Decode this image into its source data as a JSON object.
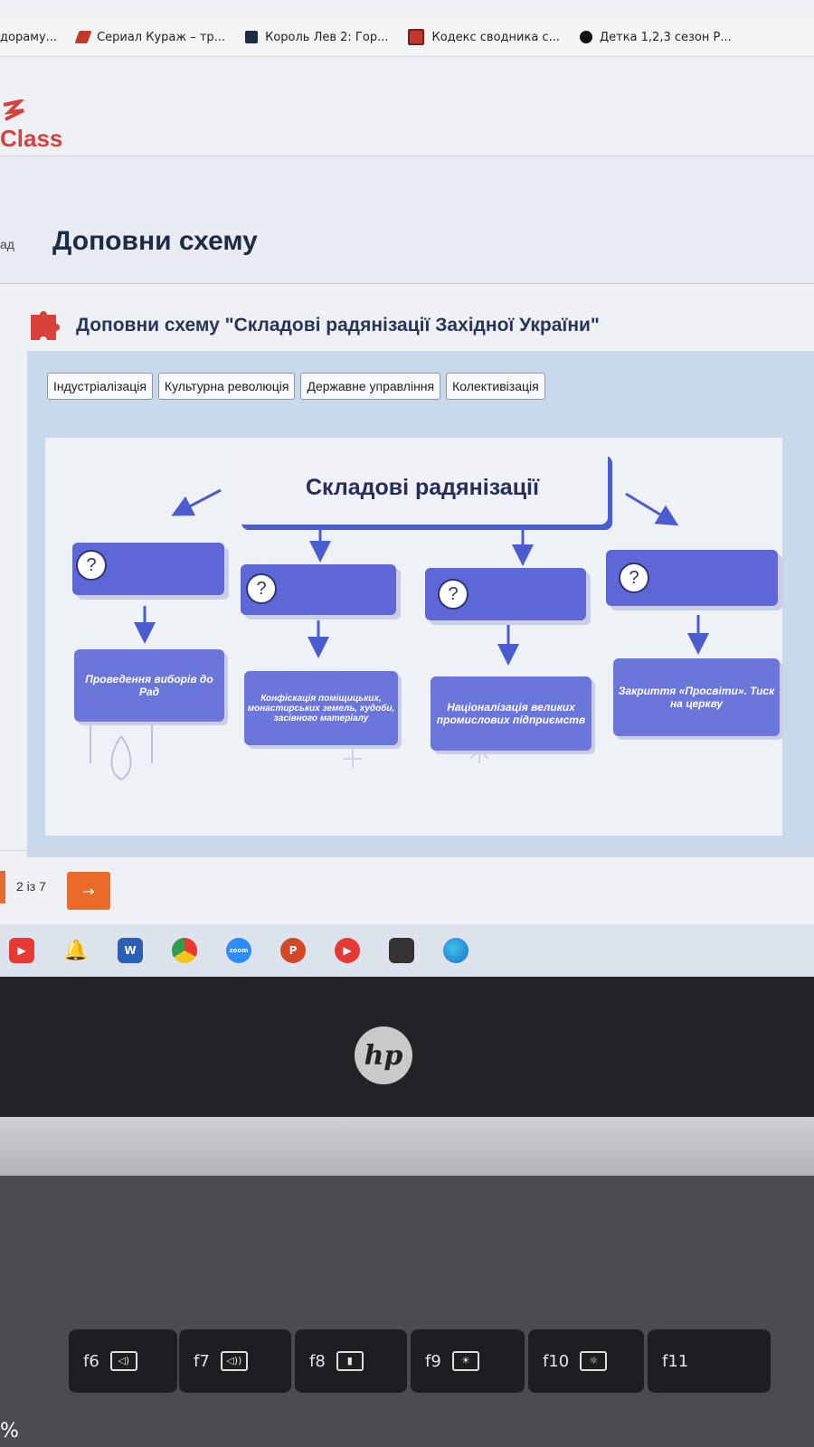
{
  "bookmarks": [
    {
      "label": "дораму..."
    },
    {
      "label": "Сериал Кураж – тр..."
    },
    {
      "label": "Король Лев 2: Гор..."
    },
    {
      "label": "Кодекс сводника с..."
    },
    {
      "label": "Детка 1,2,3 сезон Р..."
    }
  ],
  "brand": {
    "name": "Class"
  },
  "header": {
    "back_label": "ад",
    "title": "Доповни схему"
  },
  "task": {
    "title": "Доповни схему \"Складові радянізації Західної України\""
  },
  "options": [
    "Індустріалізація",
    "Культурна революція",
    "Державне управління",
    "Колективізація"
  ],
  "diagram": {
    "root": "Складові радянізації",
    "placeholder": "?",
    "descriptions": [
      "Проведення виборів до Рад",
      "Конфіскація поміщицьких, монастирських земель, худоби, засівного матеріалу",
      "Націоналізація великих промислових підприємств",
      "Закриття «Просвіти». Тиск на церкву"
    ]
  },
  "pager": {
    "progress": "2 із 7",
    "next": "→"
  },
  "taskbar": {
    "word_label": "W",
    "ppt_label": "P",
    "zoom_label": "zoom"
  },
  "laptop": {
    "logo": "hp",
    "keys": [
      "f6",
      "f7",
      "f8",
      "f9",
      "f10",
      "f11"
    ],
    "corner": "%"
  },
  "colors": {
    "slot": "#5d67d6",
    "accent": "#ea6a2a",
    "brand": "#d84040"
  }
}
